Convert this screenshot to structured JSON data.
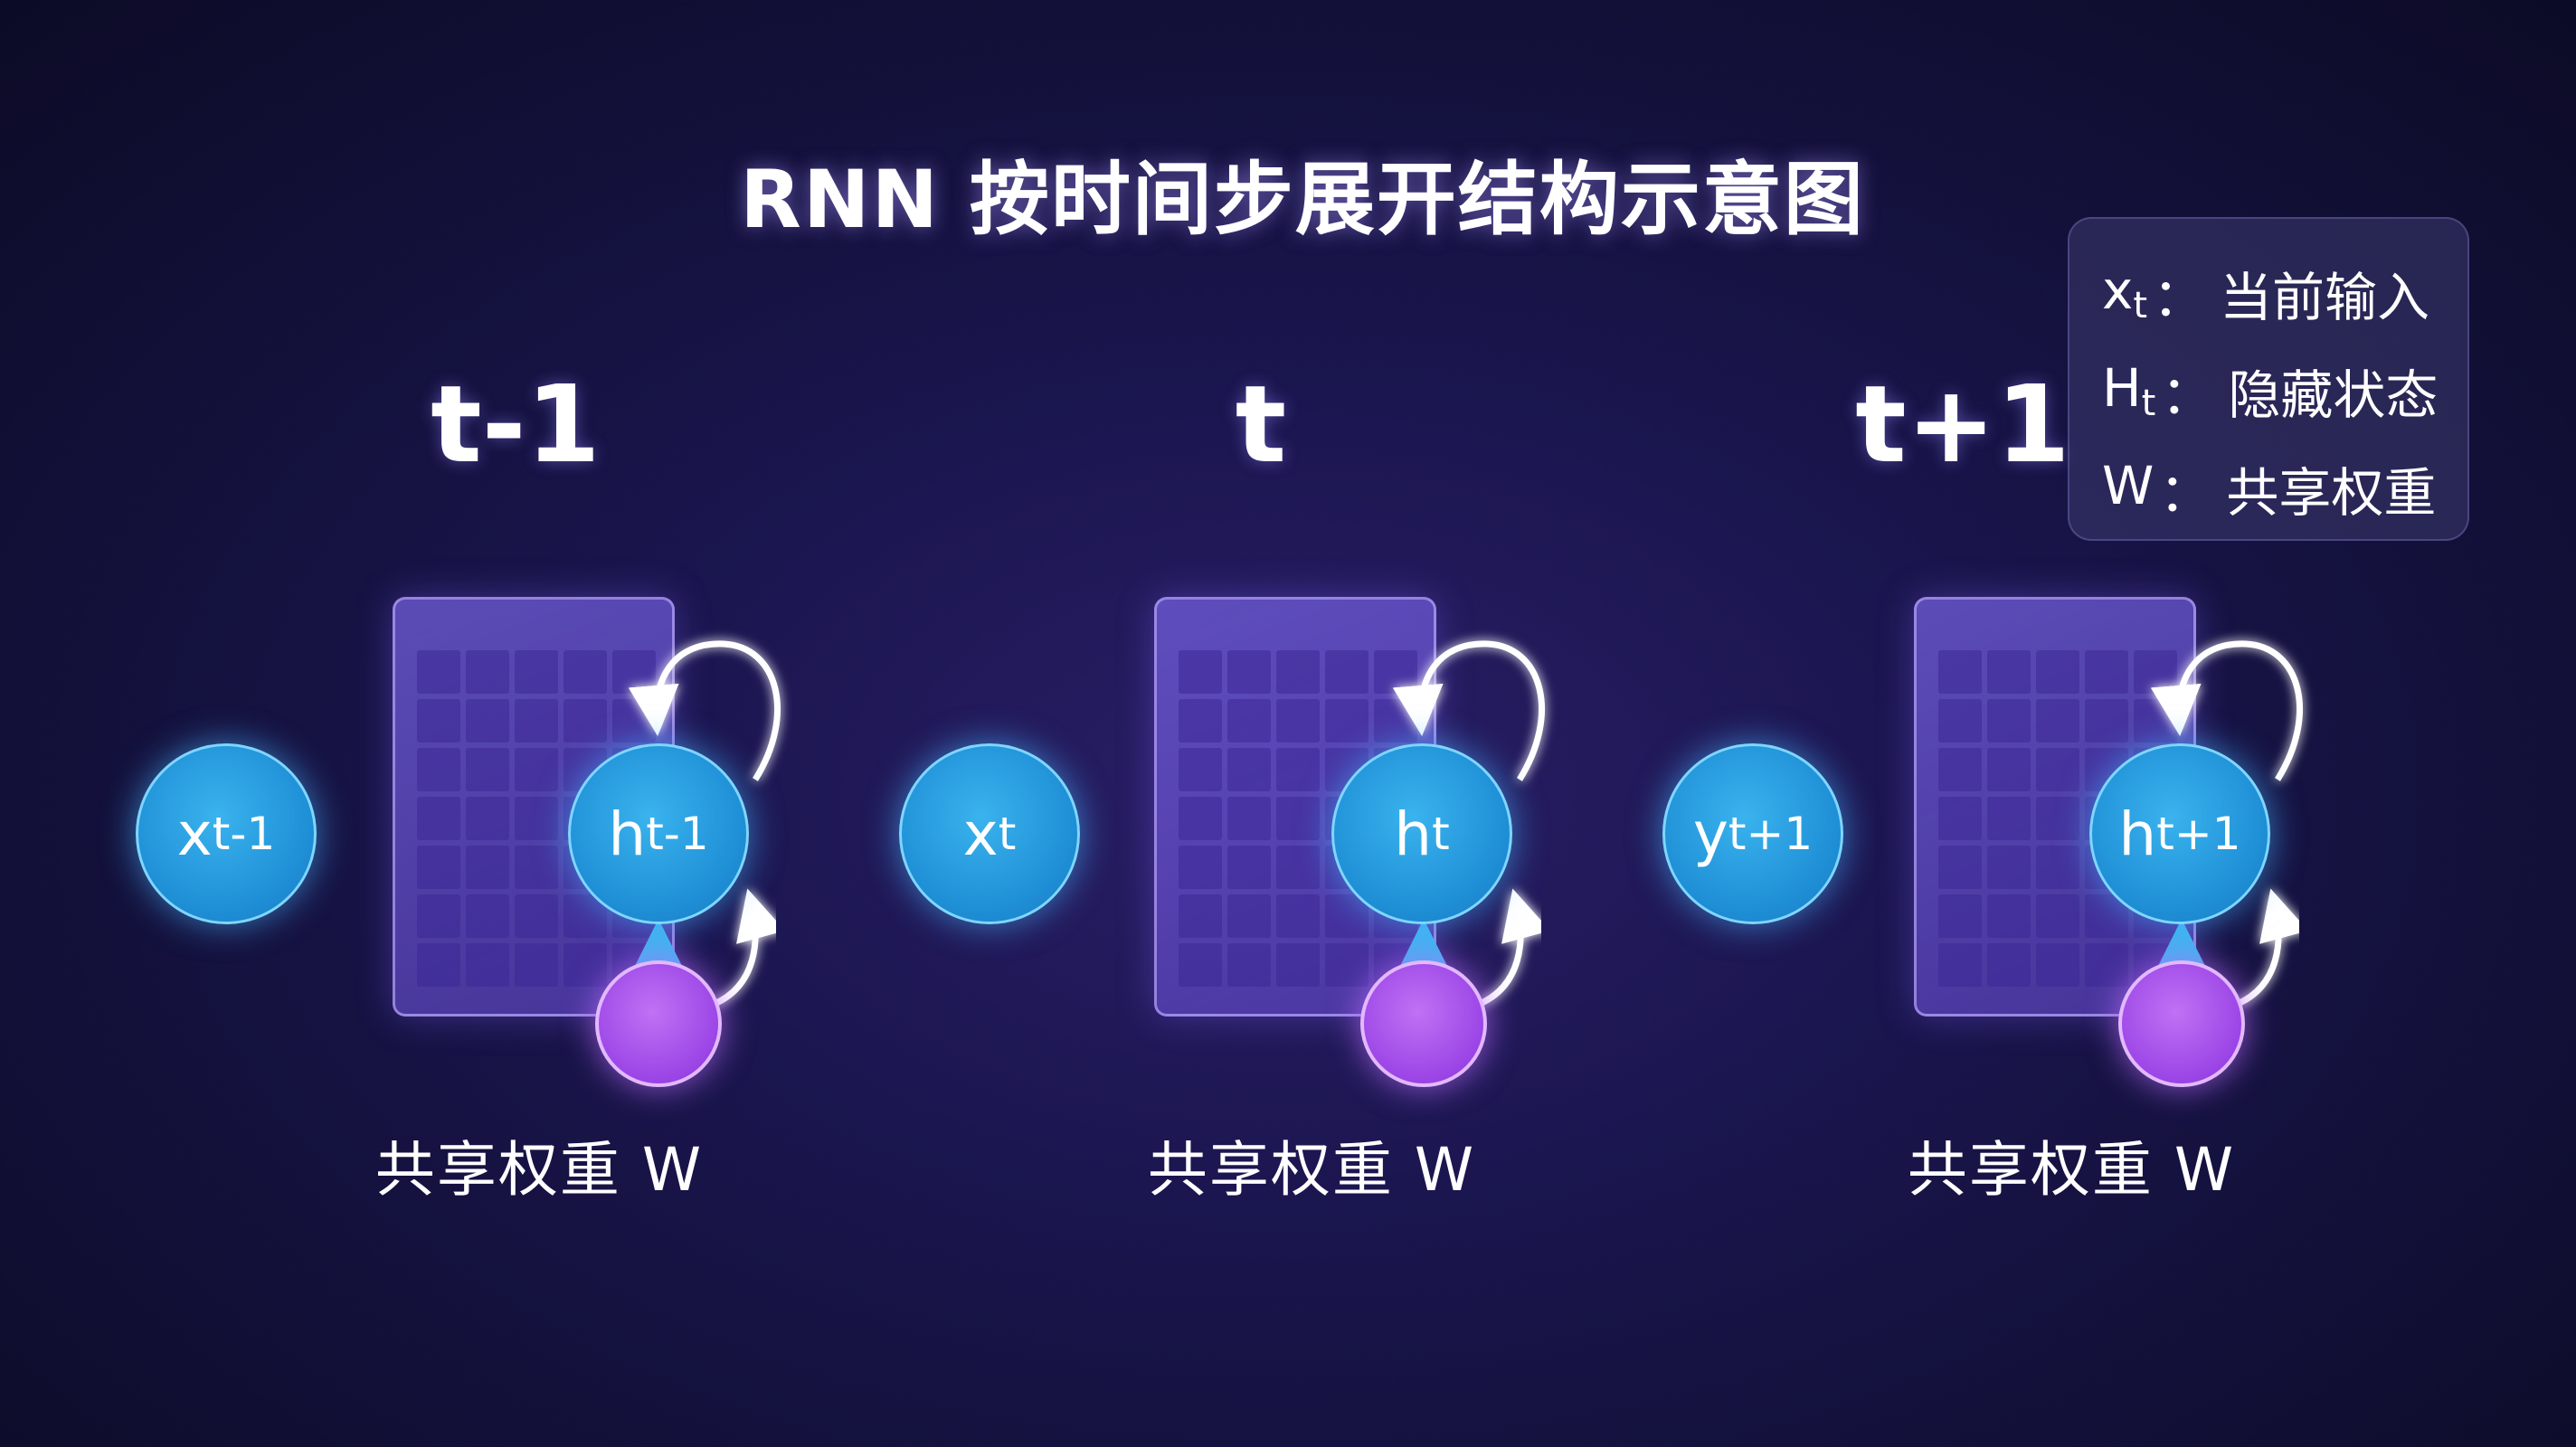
{
  "title": "RNN 按时间步展开结构示意图",
  "steps": [
    "t-1",
    "t",
    "t+1"
  ],
  "legend": [
    {
      "base": "x",
      "sub": "t",
      "sep": "：",
      "text": "当前输入"
    },
    {
      "base": "H",
      "sub": "t",
      "sep": "：",
      "text": "隐藏状态"
    },
    {
      "base": "W",
      "sub": "",
      "sep": "：",
      "text": "共享权重"
    }
  ],
  "nodes": {
    "x_prev": {
      "base": "x",
      "sub": "t-1"
    },
    "h_prev": {
      "base": "h",
      "sub": "t-1"
    },
    "x_cur": {
      "base": "x",
      "sub": "t"
    },
    "h_cur": {
      "base": "h",
      "sub": "t"
    },
    "y_next": {
      "base": "y",
      "sub": "t+1"
    },
    "h_next": {
      "base": "h",
      "sub": "t+1"
    }
  },
  "captions": [
    "共享权重 W",
    "共享权重 W",
    "共享权重 W"
  ],
  "colors": {
    "arrow": "#3fb4f0",
    "loop": "#ffffff",
    "node_blue": "#1f8fd6",
    "node_purple": "#9b45e6",
    "cell": "#7a60e0"
  }
}
